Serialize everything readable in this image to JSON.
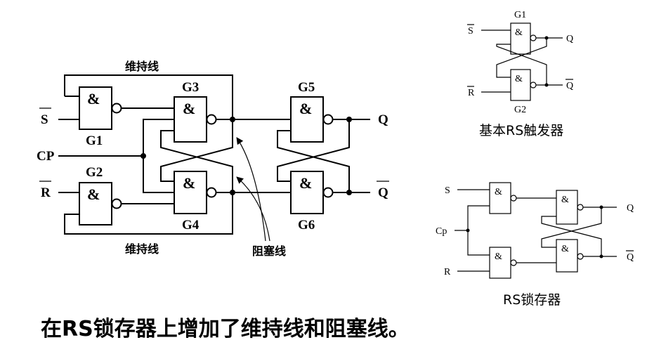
{
  "main": {
    "gates": {
      "g1": "G1",
      "g2": "G2",
      "g3": "G3",
      "g4": "G4",
      "g5": "G5",
      "g6": "G6"
    },
    "amp": "&",
    "inputs": {
      "s": "S",
      "cp": "CP",
      "r": "R"
    },
    "outputs": {
      "q": "Q",
      "qbar": "Q"
    },
    "labels": {
      "hold_line_top": "维持线",
      "hold_line_bottom": "维持线",
      "block_line": "阻塞线"
    }
  },
  "basic_rs": {
    "gates": {
      "g1": "G1",
      "g2": "G2"
    },
    "amp": "&",
    "inputs": {
      "s": "S",
      "r": "R"
    },
    "outputs": {
      "q": "Q",
      "qbar": "Q"
    },
    "title": "基本RS触发器"
  },
  "rs_latch": {
    "amp": "&",
    "inputs": {
      "s": "S",
      "cp": "Cp",
      "r": "R"
    },
    "outputs": {
      "q": "Q",
      "qbar": "Q"
    },
    "title": "RS锁存器"
  },
  "caption": "在RS锁存器上增加了维持线和阻塞线。"
}
